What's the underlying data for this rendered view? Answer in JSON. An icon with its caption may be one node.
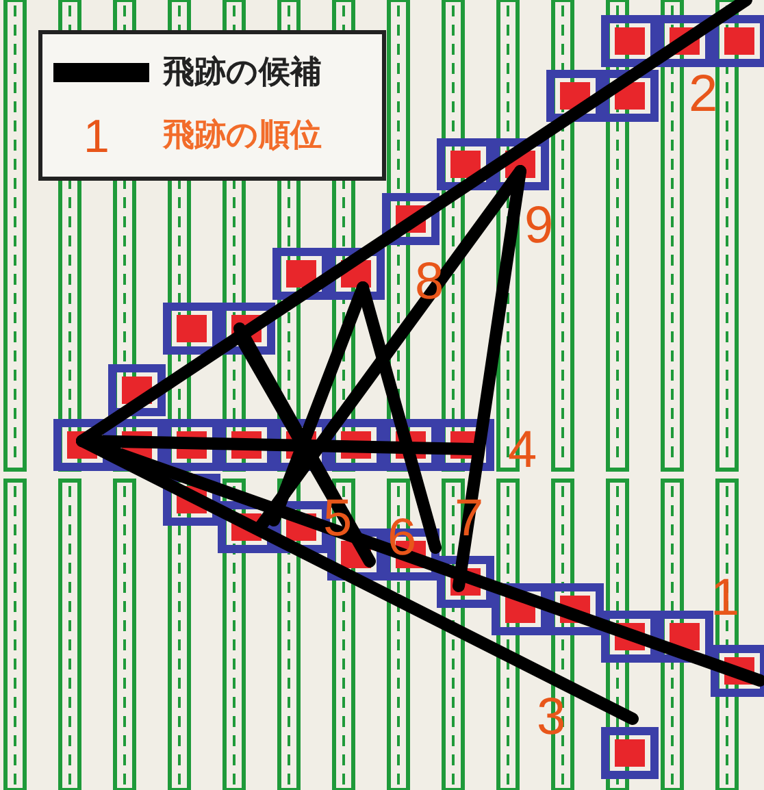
{
  "diagram": {
    "labels": [
      "1",
      "2",
      "9",
      "8",
      "4",
      "5",
      "7",
      "6",
      "1",
      "3"
    ],
    "legend": [
      {
        "text": "飛跡の候補"
      },
      {
        "text": "飛跡の順位"
      }
    ]
  }
}
